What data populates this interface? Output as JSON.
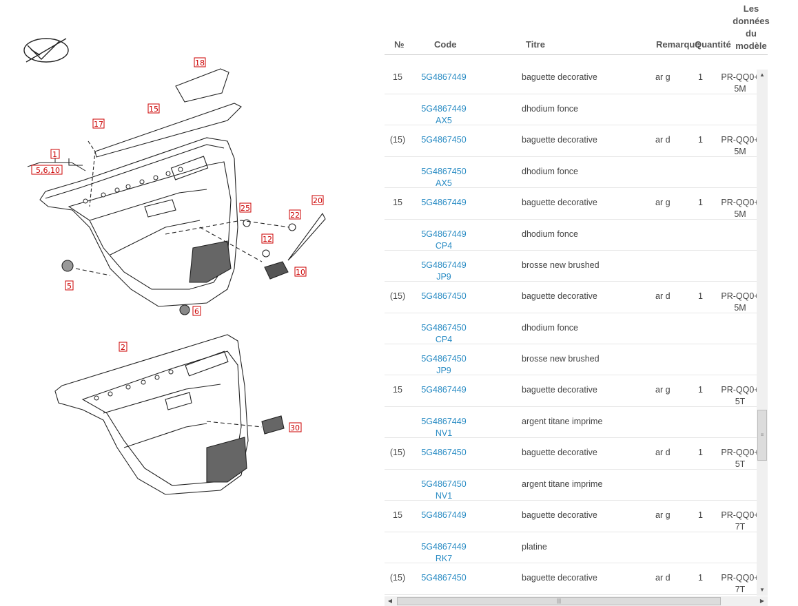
{
  "header": {
    "num": "№",
    "code": "Code",
    "title": "Titre",
    "remark": "Remarque",
    "quantity": "Quantité",
    "model_data": "Les données du modèle"
  },
  "callouts": [
    "18",
    "15",
    "17",
    "1",
    "5,6,10",
    "25",
    "22",
    "20",
    "12",
    "10",
    "5",
    "6",
    "2",
    "30"
  ],
  "rows": [
    {
      "num": "15",
      "code": "5G4867449",
      "title": "baguette decorative",
      "remark": "ar g",
      "qty": "1",
      "model": "PR-QQ0+5M"
    },
    {
      "num": "",
      "code": "5G4867449 AX5",
      "title": "dhodium fonce",
      "remark": "",
      "qty": "",
      "model": ""
    },
    {
      "num": "(15)",
      "code": "5G4867450",
      "title": "baguette decorative",
      "remark": "ar d",
      "qty": "1",
      "model": "PR-QQ0+5M"
    },
    {
      "num": "",
      "code": "5G4867450 AX5",
      "title": "dhodium fonce",
      "remark": "",
      "qty": "",
      "model": ""
    },
    {
      "num": "15",
      "code": "5G4867449",
      "title": "baguette decorative",
      "remark": "ar g",
      "qty": "1",
      "model": "PR-QQ0+5M"
    },
    {
      "num": "",
      "code": "5G4867449 CP4",
      "title": "dhodium fonce",
      "remark": "",
      "qty": "",
      "model": ""
    },
    {
      "num": "",
      "code": "5G4867449 JP9",
      "title": "brosse new brushed",
      "remark": "",
      "qty": "",
      "model": ""
    },
    {
      "num": "(15)",
      "code": "5G4867450",
      "title": "baguette decorative",
      "remark": "ar d",
      "qty": "1",
      "model": "PR-QQ0+5M"
    },
    {
      "num": "",
      "code": "5G4867450 CP4",
      "title": "dhodium fonce",
      "remark": "",
      "qty": "",
      "model": ""
    },
    {
      "num": "",
      "code": "5G4867450 JP9",
      "title": "brosse new brushed",
      "remark": "",
      "qty": "",
      "model": ""
    },
    {
      "num": "15",
      "code": "5G4867449",
      "title": "baguette decorative",
      "remark": "ar g",
      "qty": "1",
      "model": "PR-QQ0+5T"
    },
    {
      "num": "",
      "code": "5G4867449 NV1",
      "title": "argent titane imprime",
      "remark": "",
      "qty": "",
      "model": ""
    },
    {
      "num": "(15)",
      "code": "5G4867450",
      "title": "baguette decorative",
      "remark": "ar d",
      "qty": "1",
      "model": "PR-QQ0+5T"
    },
    {
      "num": "",
      "code": "5G4867450 NV1",
      "title": "argent titane imprime",
      "remark": "",
      "qty": "",
      "model": ""
    },
    {
      "num": "15",
      "code": "5G4867449",
      "title": "baguette decorative",
      "remark": "ar g",
      "qty": "1",
      "model": "PR-QQ0+7T"
    },
    {
      "num": "",
      "code": "5G4867449 RK7",
      "title": "platine",
      "remark": "",
      "qty": "",
      "model": ""
    },
    {
      "num": "(15)",
      "code": "5G4867450",
      "title": "baguette decorative",
      "remark": "ar d",
      "qty": "1",
      "model": "PR-QQ0+7T"
    }
  ]
}
